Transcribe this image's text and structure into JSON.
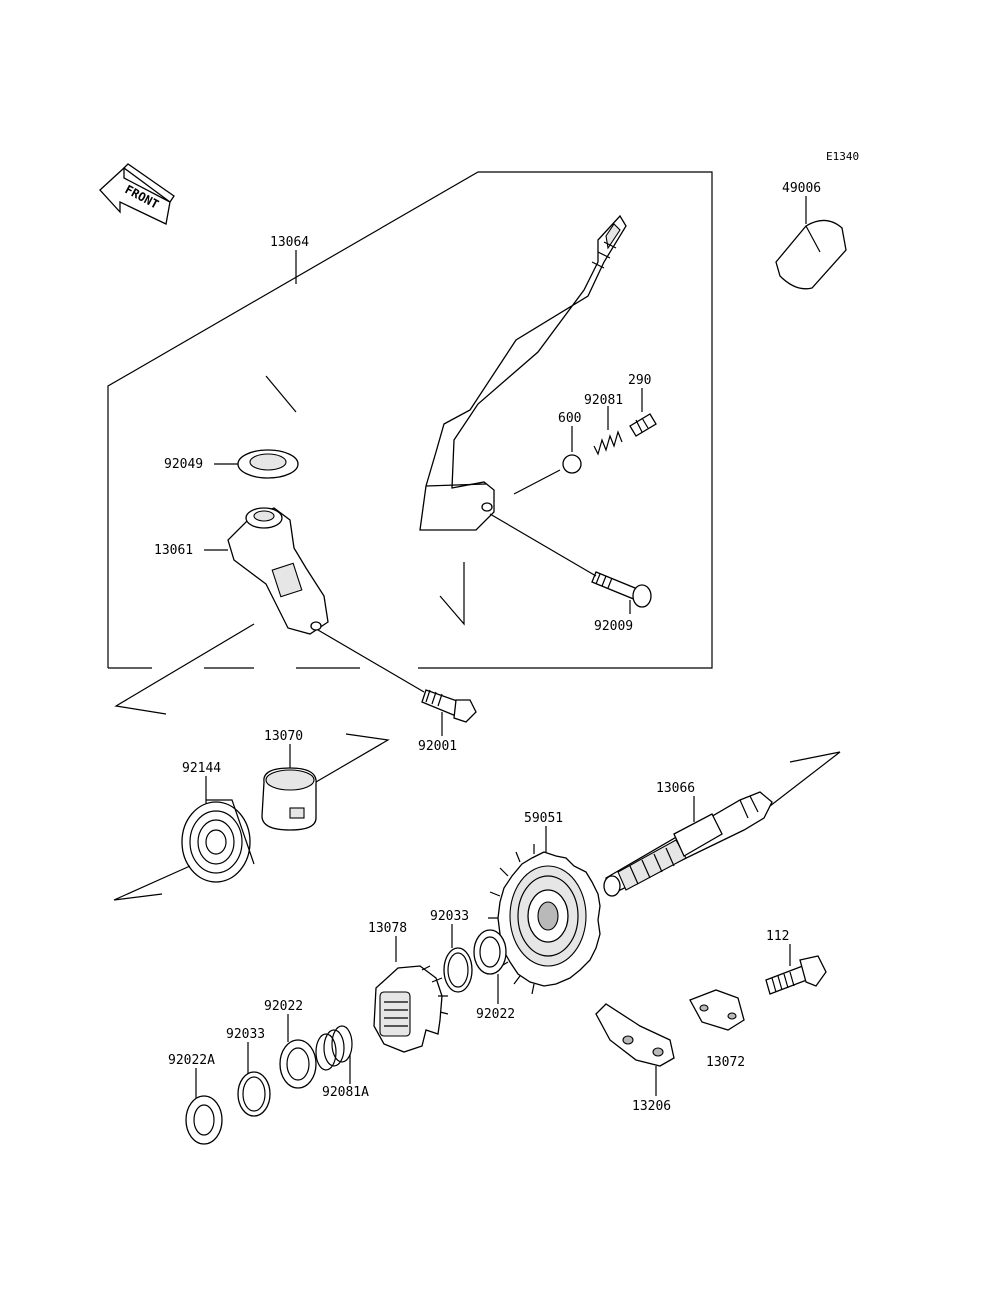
{
  "diagram_code": "E1340",
  "front_arrow": {
    "text": "FRONT"
  },
  "parts": [
    {
      "number": "13064"
    },
    {
      "number": "49006"
    },
    {
      "number": "290"
    },
    {
      "number": "92081"
    },
    {
      "number": "600"
    },
    {
      "number": "92049"
    },
    {
      "number": "13061"
    },
    {
      "number": "92009"
    },
    {
      "number": "92001"
    },
    {
      "number": "13070"
    },
    {
      "number": "92144"
    },
    {
      "number": "13066"
    },
    {
      "number": "59051"
    },
    {
      "number": "92033"
    },
    {
      "number": "13078"
    },
    {
      "number": "112"
    },
    {
      "number": "92022"
    },
    {
      "number": "92022"
    },
    {
      "number": "92033"
    },
    {
      "number": "13072"
    },
    {
      "number": "92022A"
    },
    {
      "number": "92081A"
    },
    {
      "number": "13206"
    }
  ]
}
